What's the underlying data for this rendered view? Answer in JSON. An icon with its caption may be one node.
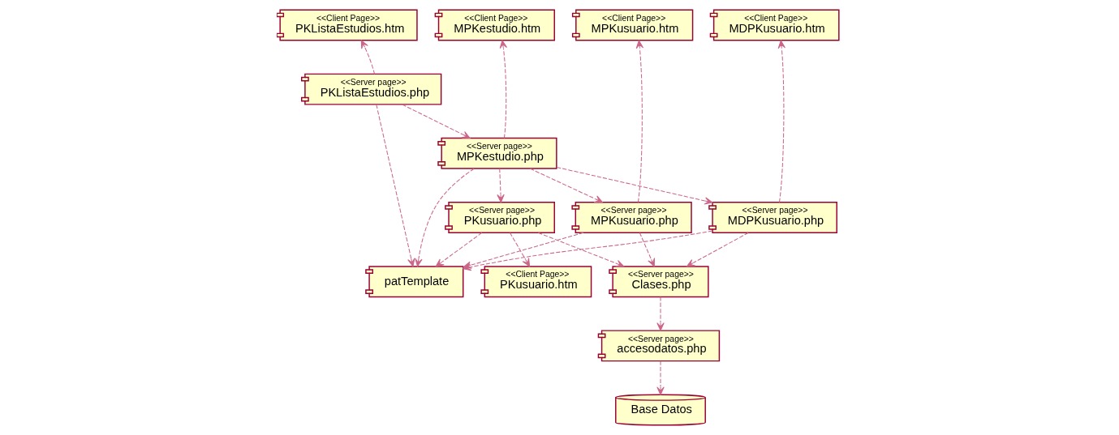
{
  "diagram": {
    "nodes": [
      {
        "text": [
          "<<Client Page>>",
          "PKListaEstudios.htm"
        ]
      },
      {
        "text": [
          "<<Client Page>>",
          "MPKestudio.htm"
        ]
      },
      {
        "text": [
          "<<Client Page>>",
          "MDPKusuario.htm"
        ]
      },
      {
        "text": [
          "<<Client Page>>",
          "MPKusuario.htm"
        ]
      },
      {
        "text": [
          "<<Server page>>",
          "PKListaEstudios.php"
        ]
      },
      {
        "text": [
          "<<Server page>>",
          "MPKestudio.php"
        ]
      },
      {
        "text": [
          "<<Server page>>",
          "MDPKusuario.php"
        ]
      },
      {
        "text": [
          "<<Server page>>",
          "MPKusuario.php"
        ]
      },
      {
        "text": [
          "patTemplate"
        ]
      },
      {
        "text": [
          "<<Server page>>",
          "PKusuario.php"
        ]
      },
      {
        "text": [
          "<<Server page>>",
          "Clases.php"
        ]
      },
      {
        "text": [
          "<<Client Page>>",
          "PKusuario.htm"
        ]
      },
      {
        "text": [
          "Base Datos"
        ]
      },
      {
        "text": [
          "<<Server page>>",
          "accesodatos.php"
        ]
      }
    ],
    "edges": [
      {
        "from": 4,
        "to": 0,
        "arrow": "to",
        "style": "dashed"
      },
      {
        "from": 5,
        "to": 1,
        "arrow": "to",
        "style": "dashed"
      },
      {
        "from": 6,
        "to": 2,
        "arrow": "to",
        "style": "dashed"
      },
      {
        "from": 7,
        "to": 3,
        "arrow": "to",
        "style": "dashed"
      },
      {
        "from": 4,
        "to": 5,
        "arrow": "to",
        "style": "dashed"
      },
      {
        "from": 5,
        "to": 6,
        "arrow": "to",
        "style": "dashed"
      },
      {
        "from": 4,
        "to": 8,
        "arrow": "to",
        "style": "dashed"
      },
      {
        "from": 5,
        "to": 8,
        "arrow": "to",
        "style": "dashed"
      },
      {
        "from": 5,
        "to": 7,
        "arrow": "to",
        "style": "dashed"
      },
      {
        "from": 5,
        "to": 9,
        "arrow": "to",
        "style": "dashed"
      },
      {
        "from": 6,
        "to": 8,
        "arrow": "to",
        "style": "dashed"
      },
      {
        "from": 6,
        "to": 10,
        "arrow": "to",
        "style": "dashed"
      },
      {
        "from": 7,
        "to": 8,
        "arrow": "to",
        "style": "dashed"
      },
      {
        "from": 7,
        "to": 10,
        "arrow": "to",
        "style": "dashed"
      },
      {
        "from": 9,
        "to": 8,
        "arrow": "to",
        "style": "dashed"
      },
      {
        "from": 9,
        "to": 10,
        "arrow": "to",
        "style": "dashed"
      },
      {
        "from": 9,
        "to": 11,
        "arrow": "to",
        "style": "dashed"
      },
      {
        "from": 10,
        "to": 13,
        "arrow": "to",
        "style": "dashed"
      },
      {
        "from": 13,
        "to": 12,
        "arrow": "to",
        "style": "dashed"
      }
    ]
  }
}
